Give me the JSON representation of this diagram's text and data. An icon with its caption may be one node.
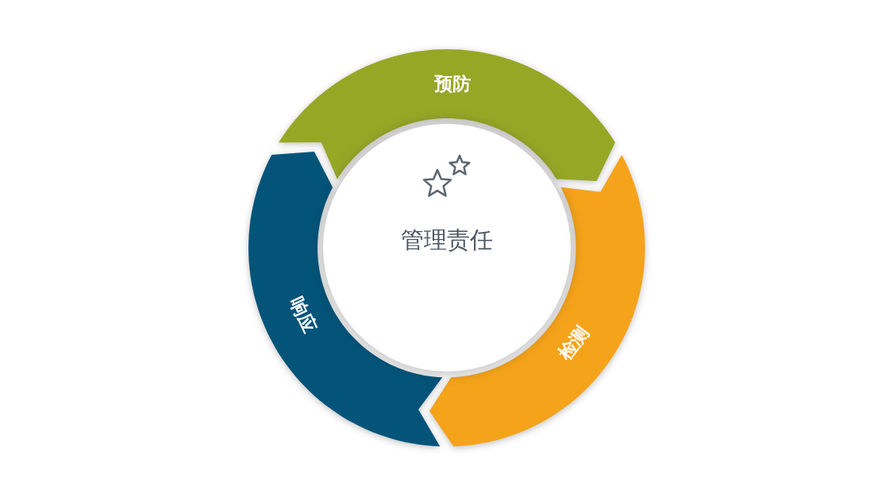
{
  "diagram": {
    "nodes": [
      {
        "text": [
          "管理责任"
        ]
      },
      {
        "text": [
          "预防"
        ]
      },
      {
        "text": [
          "检测"
        ]
      },
      {
        "text": [
          "响应"
        ]
      }
    ]
  }
}
